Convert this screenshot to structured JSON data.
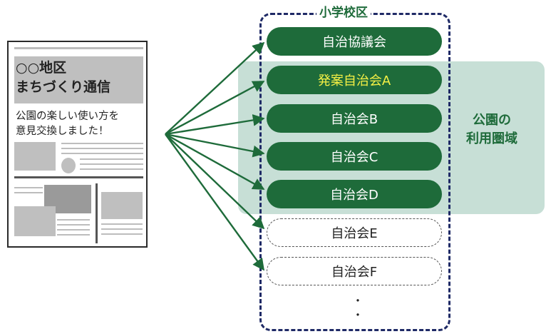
{
  "newsletter": {
    "title": "○○地区\nまちづくり通信",
    "body": "公園の楽しい使い方を\n意見交換しました！"
  },
  "district": {
    "label": "小学校区"
  },
  "park_area": {
    "label": "公園の\n利用圏域"
  },
  "councils": [
    {
      "label": "自治協議会",
      "style": "green"
    },
    {
      "label": "発案自治会A",
      "style": "green-highlight"
    },
    {
      "label": "自治会B",
      "style": "green"
    },
    {
      "label": "自治会C",
      "style": "green"
    },
    {
      "label": "自治会D",
      "style": "green"
    },
    {
      "label": "自治会E",
      "style": "dashed"
    },
    {
      "label": "自治会F",
      "style": "dashed"
    }
  ],
  "ellipsis": "・\n・",
  "colors": {
    "green": "#1e6b3a",
    "highlight": "#f5f045",
    "park": "#c1dbd2",
    "district_border": "#1f2a66"
  }
}
